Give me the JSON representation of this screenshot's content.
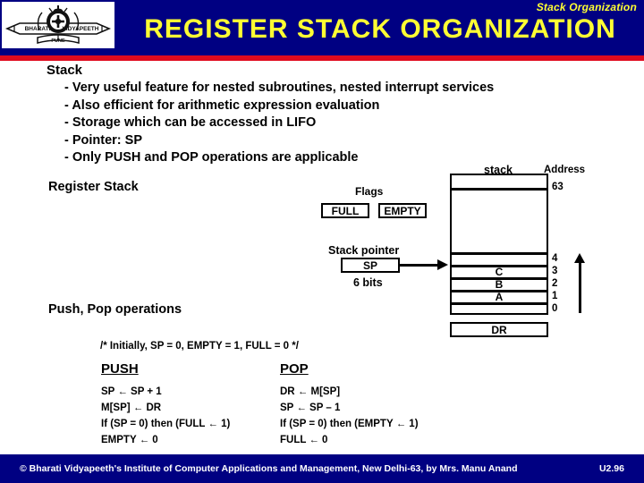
{
  "header": {
    "subtitle": "Stack Organization",
    "title": "REGISTER  STACK  ORGANIZATION",
    "accent_bg": "#000082",
    "accent_text": "#ffff33",
    "rule_color": "#e00a1e",
    "logo": {
      "name": "bharati-vidyapeeth-crest",
      "left_text": "BHARATI",
      "right_text": "VIDYAPEETH",
      "bottom_text": "PUNE"
    }
  },
  "content": {
    "stack_heading": "Stack",
    "bullets": [
      "- Very useful feature for nested subroutines, nested interrupt services",
      "- Also efficient for arithmetic expression evaluation",
      "- Storage which can be accessed in LIFO",
      "- Pointer:  SP",
      "- Only PUSH and POP operations are applicable"
    ],
    "label_register_stack": "Register Stack",
    "label_push_pop": "Push, Pop operations"
  },
  "diagram": {
    "flags_label": "Flags",
    "flag_full": "FULL",
    "flag_empty": "EMPTY",
    "stack_pointer_label": "Stack pointer",
    "sp_box": "SP",
    "sp_bits": "6 bits",
    "stack_col_label": "stack",
    "address_col_label": "Address",
    "dr_box": "DR",
    "rows": [
      {
        "value": "",
        "address": "63"
      },
      {
        "value": "",
        "address": ""
      },
      {
        "value": "",
        "address": "4"
      },
      {
        "value": "C",
        "address": "3"
      },
      {
        "value": "B",
        "address": "2"
      },
      {
        "value": "A",
        "address": "1"
      },
      {
        "value": "",
        "address": "0"
      }
    ]
  },
  "pseudocode": {
    "comment": "/*  Initially, SP = 0, EMPTY = 1, FULL = 0  */",
    "push_heading": "PUSH",
    "pop_heading": "POP",
    "push_lines": [
      "SP ← SP + 1",
      "M[SP] ← DR",
      "If (SP = 0) then (FULL ← 1)",
      "EMPTY ← 0"
    ],
    "pop_lines": [
      "DR ← M[SP]",
      "SP ← SP – 1",
      "If (SP = 0) then (EMPTY ← 1)",
      "FULL ← 0"
    ]
  },
  "footer": {
    "text": "© Bharati Vidyapeeth's Institute of Computer Applications and Management, New Delhi-63, by Mrs. Manu Anand",
    "page": "U2.96",
    "bg": "#000082"
  }
}
